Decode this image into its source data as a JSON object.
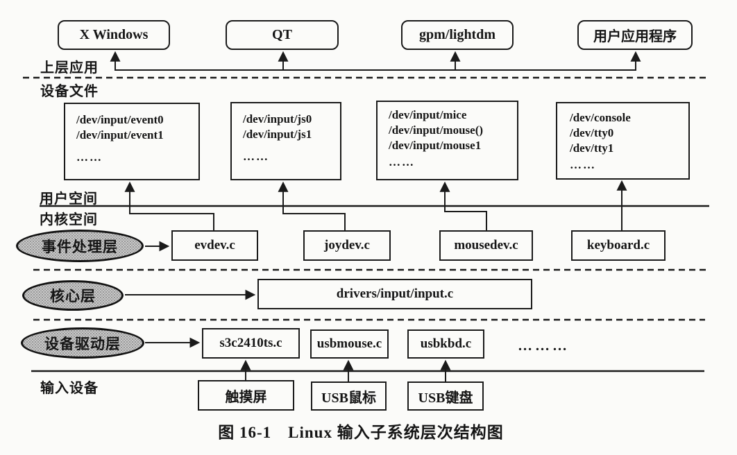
{
  "colors": {
    "diagram_line": "#1a1a1a",
    "ellipse_fill": "#c9c9c9",
    "background": "#fbfbf9"
  },
  "side_labels": {
    "upper_apps": "上层应用",
    "device_files": "设备文件",
    "user_space": "用户空间",
    "kernel_space": "内核空间",
    "input_devices": "输入设备"
  },
  "top_apps": [
    {
      "label": "X Windows"
    },
    {
      "label": "QT"
    },
    {
      "label": "gpm/lightdm"
    },
    {
      "label": "用户应用程序"
    }
  ],
  "device_file_groups": [
    {
      "lines": [
        "/dev/input/event0",
        "/dev/input/event1",
        "……"
      ]
    },
    {
      "lines": [
        "/dev/input/js0",
        "/dev/input/js1",
        "……"
      ]
    },
    {
      "lines": [
        "/dev/input/mice",
        "/dev/input/mouse()",
        "/dev/input/mouse1",
        "……"
      ]
    },
    {
      "lines": [
        "/dev/console",
        "/dev/tty0",
        "/dev/tty1",
        "……"
      ]
    }
  ],
  "event_layer": {
    "label": "事件处理层",
    "modules": [
      {
        "name": "evdev.c"
      },
      {
        "name": "joydev.c"
      },
      {
        "name": "mousedev.c"
      },
      {
        "name": "keyboard.c"
      }
    ]
  },
  "core_layer": {
    "label": "核心层",
    "module": "drivers/input/input.c"
  },
  "driver_layer": {
    "label": "设备驱动层",
    "modules": [
      {
        "name": "s3c2410ts.c"
      },
      {
        "name": "usbmouse.c"
      },
      {
        "name": "usbkbd.c"
      }
    ],
    "more": "………"
  },
  "input_devices": [
    {
      "label": "触摸屏"
    },
    {
      "label": "USB鼠标"
    },
    {
      "label": "USB键盘"
    }
  ],
  "caption": "图 16-1　Linux 输入子系统层次结构图"
}
